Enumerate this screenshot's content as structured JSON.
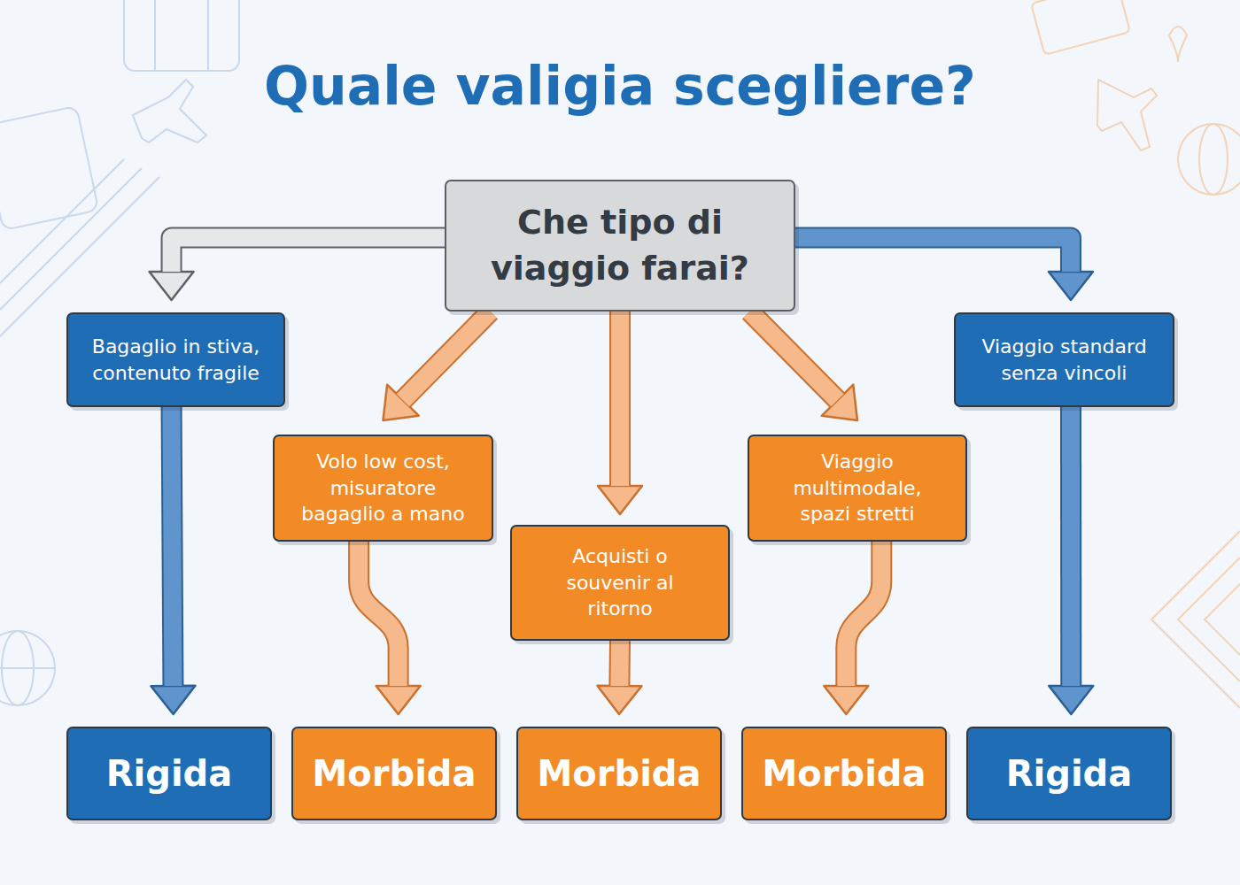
{
  "diagram": {
    "title": "Quale valigia scegliere?",
    "nodes": [
      {
        "text": [
          "Che tipo di viaggio farai?"
        ]
      },
      {
        "text": [
          "Bagaglio in stiva, contenuto fragile"
        ]
      },
      {
        "text": [
          "Volo low cost, misuratore bagaglio a mano"
        ]
      },
      {
        "text": [
          "Acquisti o souvenir al ritorno"
        ]
      },
      {
        "text": [
          "Viaggio multimodale, spazi stretti"
        ]
      },
      {
        "text": [
          "Viaggio standard senza vincoli"
        ]
      },
      {
        "text": [
          "Rigida"
        ]
      },
      {
        "text": [
          "Morbida"
        ]
      },
      {
        "text": [
          "Morbida"
        ]
      },
      {
        "text": [
          "Morbida"
        ]
      },
      {
        "text": [
          "Rigida"
        ]
      }
    ],
    "edges": [
      {
        "from": 0,
        "to": 1,
        "arrow": "to"
      },
      {
        "from": 0,
        "to": 2,
        "arrow": "to"
      },
      {
        "from": 0,
        "to": 3,
        "arrow": "to"
      },
      {
        "from": 0,
        "to": 4,
        "arrow": "to"
      },
      {
        "from": 0,
        "to": 5,
        "arrow": "to"
      },
      {
        "from": 1,
        "to": 6,
        "arrow": "to"
      },
      {
        "from": 2,
        "to": 7,
        "arrow": "to"
      },
      {
        "from": 3,
        "to": 8,
        "arrow": "to"
      },
      {
        "from": 4,
        "to": 9,
        "arrow": "to"
      },
      {
        "from": 5,
        "to": 10,
        "arrow": "to"
      }
    ]
  }
}
